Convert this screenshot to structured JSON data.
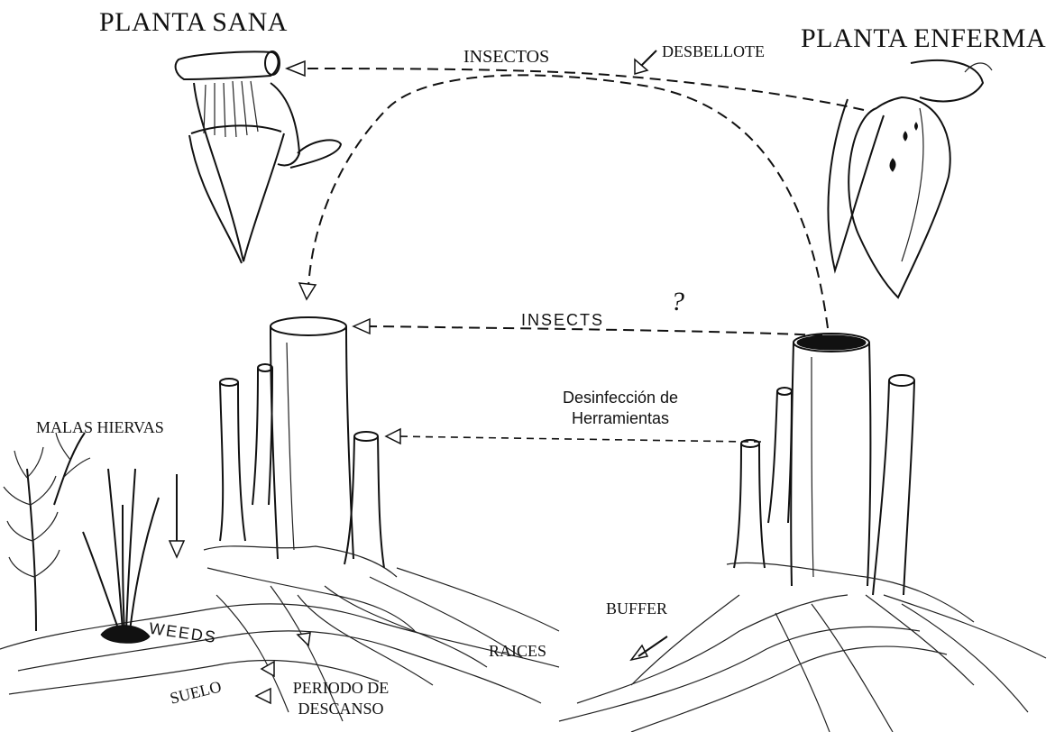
{
  "labels": {
    "healthy_plant": "PLANTA SANA",
    "sick_plant": "PLANTA ENFERMA",
    "insects_es": "INSECTOS",
    "debudding": "DESBELLOTE",
    "insects_en": "INSECTS",
    "question": "?",
    "tool_disinfection_line1": "Desinfección de",
    "tool_disinfection_line2": "Herramientas",
    "weeds_es": "MALAS HIERVAS",
    "weeds_en": "WEEDS",
    "buffer": "BUFFER",
    "roots": "RAICES",
    "soil": "SUELO",
    "rest_period_line1": "PERIODO DE",
    "rest_period_line2": "DESCANSO"
  }
}
